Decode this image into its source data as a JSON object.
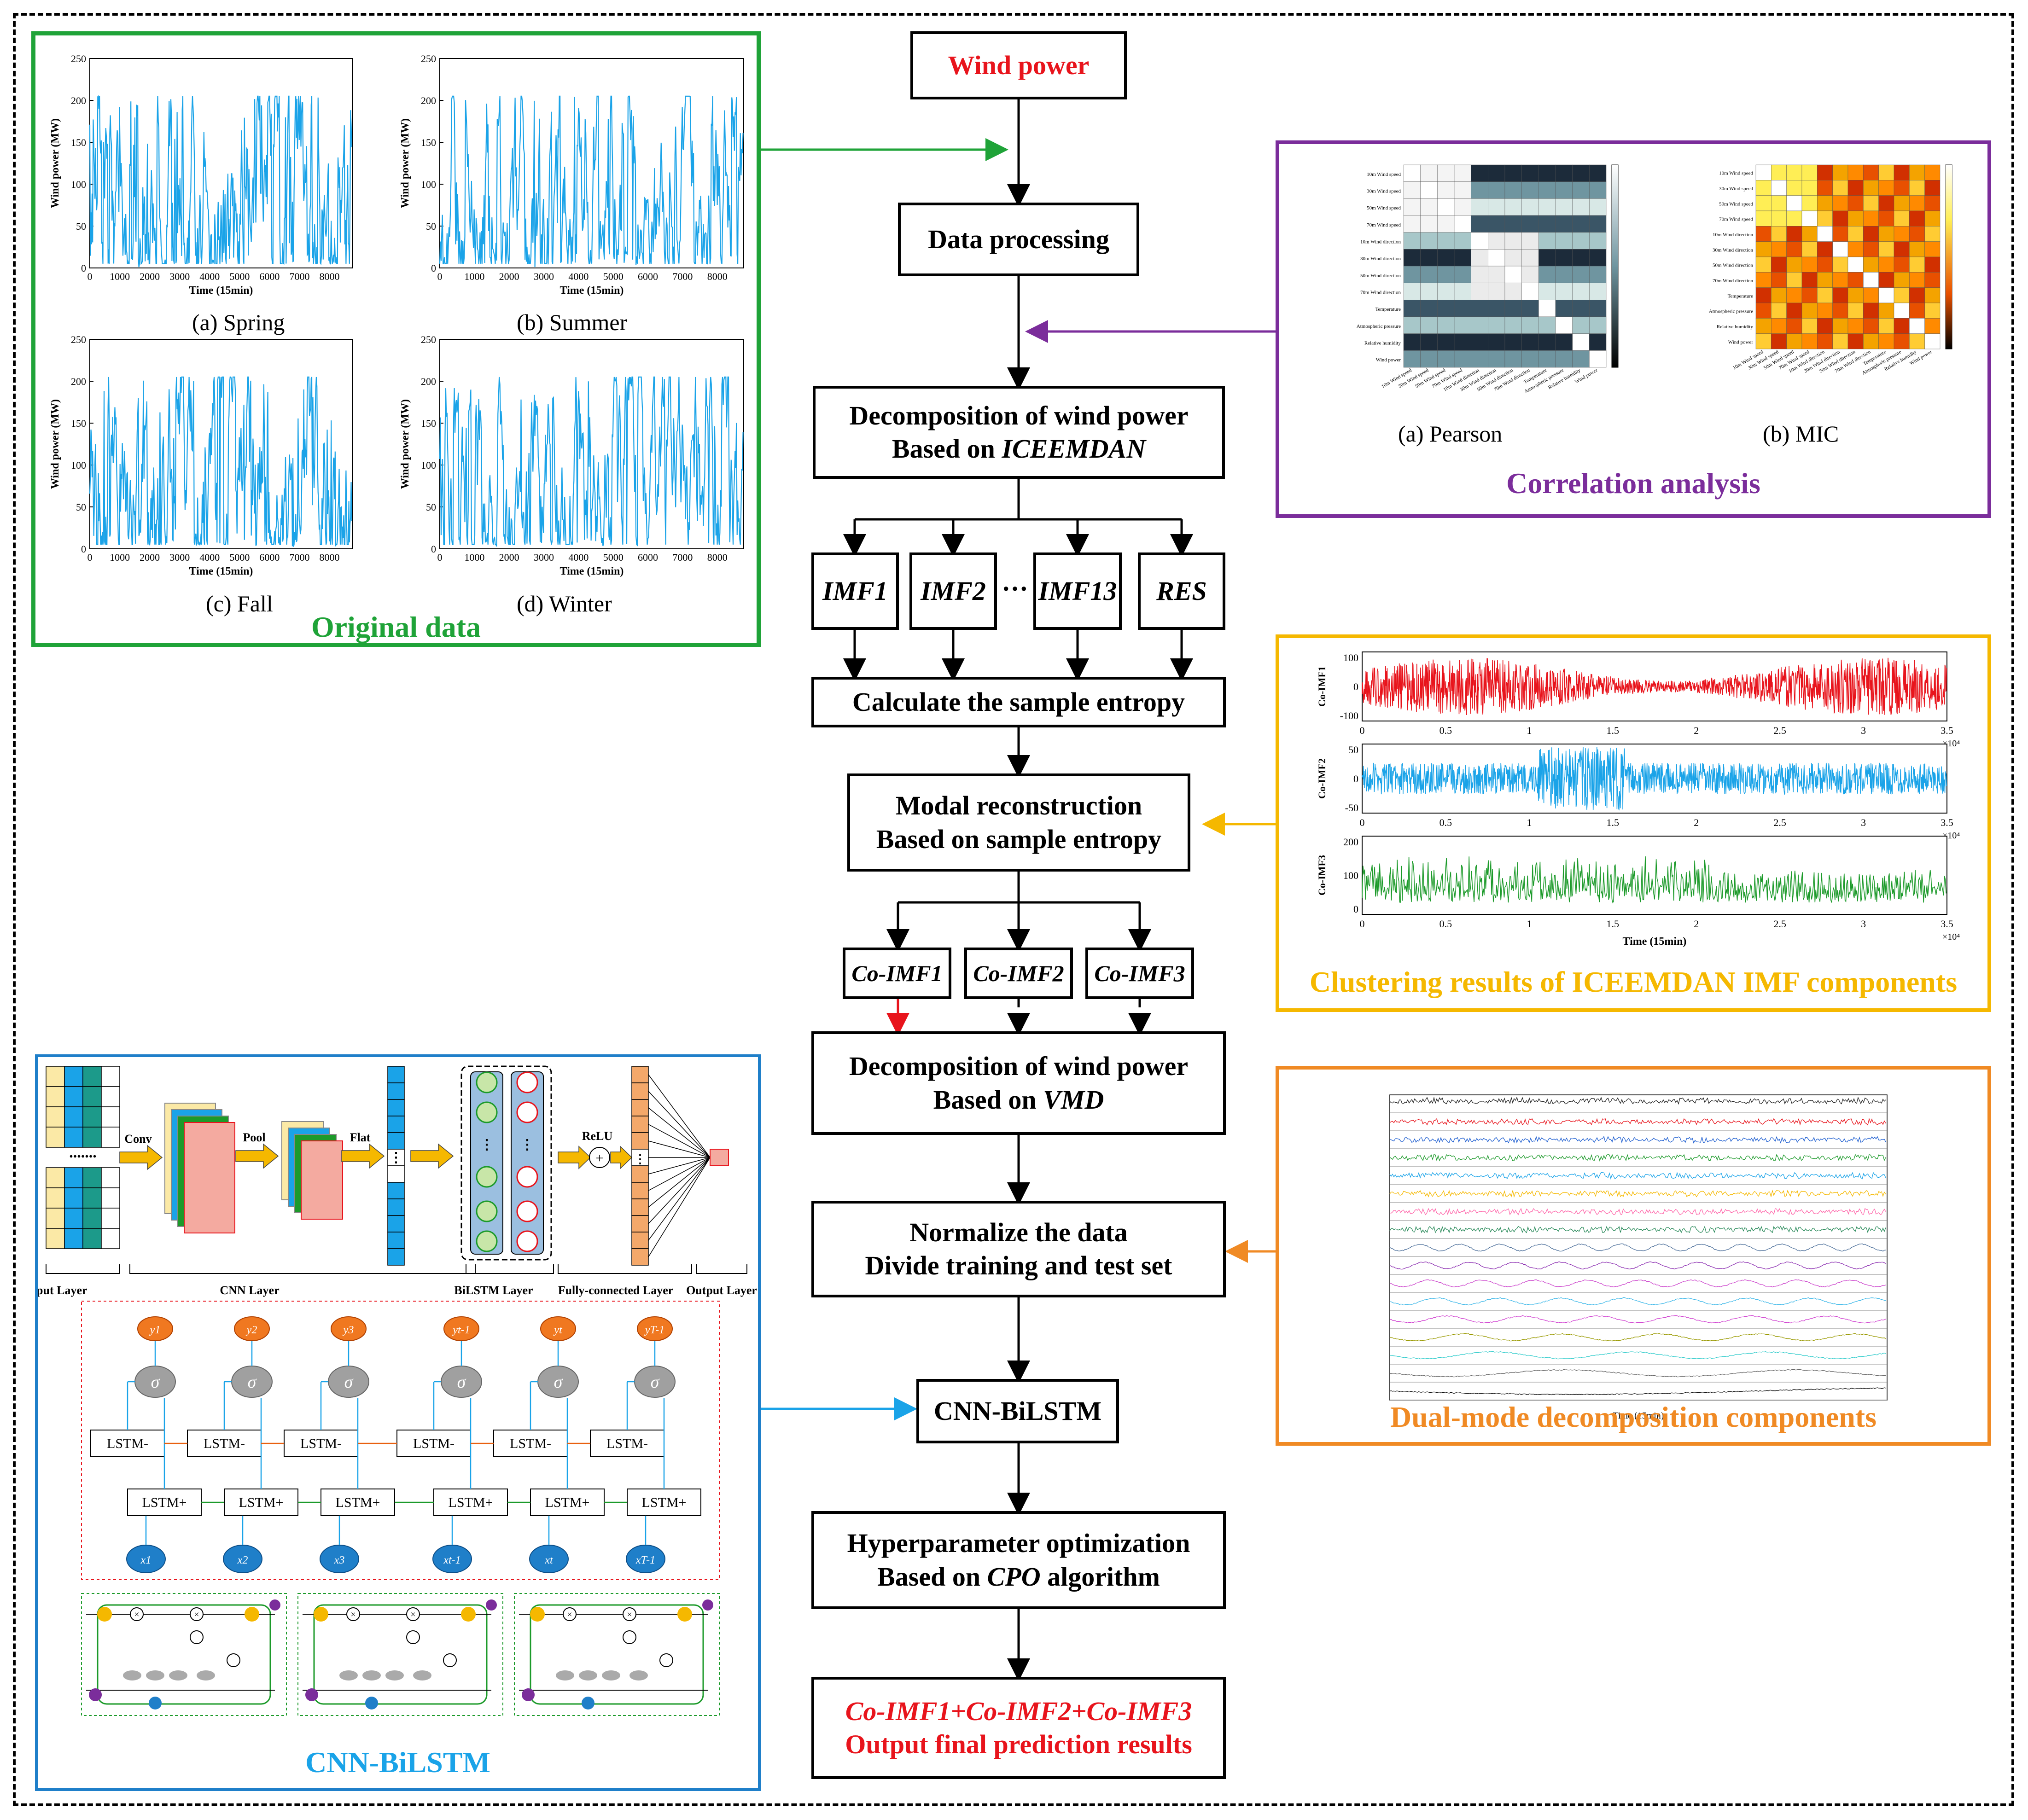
{
  "flow": {
    "wind_power": "Wind power",
    "data_processing": "Data processing",
    "decomp_iceemdan": [
      "Decomposition of wind power",
      "Based on ",
      "ICEEMDAN"
    ],
    "imf1": "IMF1",
    "imf2": "IMF2",
    "dots": "···",
    "imf13": "IMF13",
    "res": "RES",
    "sample_entropy": "Calculate the sample entropy",
    "modal_reconstruction": [
      "Modal reconstruction",
      "Based on sample entropy"
    ],
    "co_imf1": "Co-IMF1",
    "co_imf2": "Co-IMF2",
    "co_imf3": "Co-IMF3",
    "decomp_vmd": [
      "Decomposition of wind power",
      "Based on ",
      "VMD"
    ],
    "normalize": [
      "Normalize the data",
      "Divide training and test set"
    ],
    "cnn_bilstm": "CNN-BiLSTM",
    "hyperparam": [
      "Hyperparameter optimization",
      "Based on ",
      "CPO",
      " algorithm"
    ],
    "final": [
      "Co-IMF1+Co-IMF2+Co-IMF3",
      "Output final prediction results"
    ]
  },
  "original_data": {
    "title": "Original data",
    "y_label_mw": "Wind power (MW)",
    "x_label": "Time (15min)",
    "y_ticks": [
      "0",
      "50",
      "100",
      "150",
      "200",
      "250"
    ],
    "x_ticks": [
      "0",
      "1000",
      "2000",
      "3000",
      "4000",
      "5000",
      "6000",
      "7000",
      "8000"
    ],
    "captions": [
      "(a) Spring",
      "(b) Summer",
      "(c) Fall",
      "(d) Winter"
    ]
  },
  "correlation": {
    "title": "Correlation analysis",
    "captions": [
      "(a) Pearson",
      "(b) MIC"
    ],
    "variables": [
      "10m Wind speed",
      "30m Wind speed",
      "50m Wind speed",
      "70m Wind speed",
      "10m Wind direction",
      "30m Wind direction",
      "50m Wind direction",
      "70m Wind direction",
      "Temperature",
      "Atmospheric pressure",
      "Relative humidity",
      "Wind power"
    ]
  },
  "clustering": {
    "title": "Clustering results of ICEEMDAN IMF components",
    "series": [
      "Co-IMF1",
      "Co-IMF2",
      "Co-IMF3"
    ],
    "x_ticks": [
      "0",
      "0.5",
      "1",
      "1.5",
      "2",
      "2.5",
      "3",
      "3.5"
    ],
    "x_exp": "×10⁴",
    "x_label": "Time (15min)",
    "y_ticks": [
      [
        "100",
        "0",
        "-100"
      ],
      [
        "50",
        "0",
        "-50"
      ],
      [
        "200",
        "100",
        "0"
      ]
    ],
    "colors": [
      "#e8141c",
      "#1aa3e8",
      "#1c9a2a"
    ]
  },
  "dual_mode": {
    "title": "Dual-mode decomposition components",
    "x_label": "Time (15min)"
  },
  "cnn_bilstm_panel": {
    "title": "CNN-BiLSTM",
    "layers": [
      "Input Layer",
      "CNN Layer",
      "BiLSTM Layer",
      "Fully-connected Layer",
      "Output Layer"
    ],
    "ops": [
      "Conv",
      "Pool",
      "Flat",
      "ReLU"
    ],
    "lstm_minus": "LSTM-",
    "lstm_plus": "LSTM+",
    "outputs": [
      "y1",
      "y2",
      "y3",
      "yt-1",
      "yt",
      "yT-1"
    ],
    "inputs": [
      "x1",
      "x2",
      "x3",
      "xt-1",
      "xt",
      "xT-1"
    ],
    "sigma": "σ"
  },
  "colors": {
    "green": "#1fa338",
    "purple": "#7b2d9b",
    "yellow": "#f5b800",
    "orange": "#f08a24",
    "blue": "#1f7fc9",
    "red": "#e8141c"
  }
}
